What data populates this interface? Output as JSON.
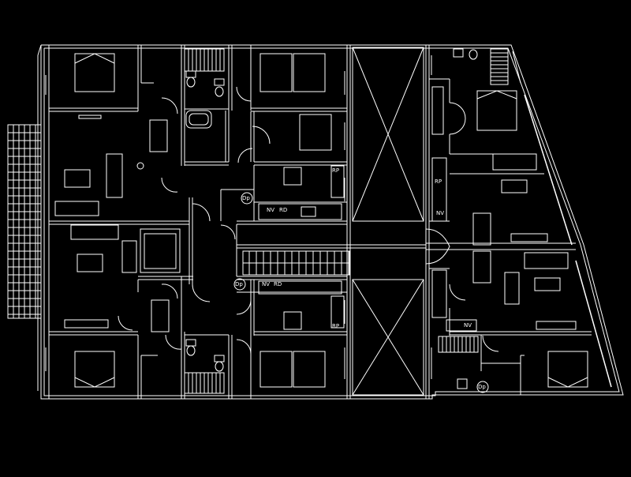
{
  "drawing": {
    "background": "#000000",
    "line_color": "#ffffff"
  },
  "labels": {
    "rp": "RP",
    "nv": "NV",
    "rd": "RD",
    "dp": "Dp"
  },
  "icons": [
    "bed-icon",
    "bathtub-icon",
    "toilet-icon",
    "sink-icon",
    "sofa-icon",
    "dining-table-icon",
    "staircase-icon",
    "elevator-icon",
    "balcony-icon",
    "void-cross-icon",
    "door-swing-icon"
  ]
}
